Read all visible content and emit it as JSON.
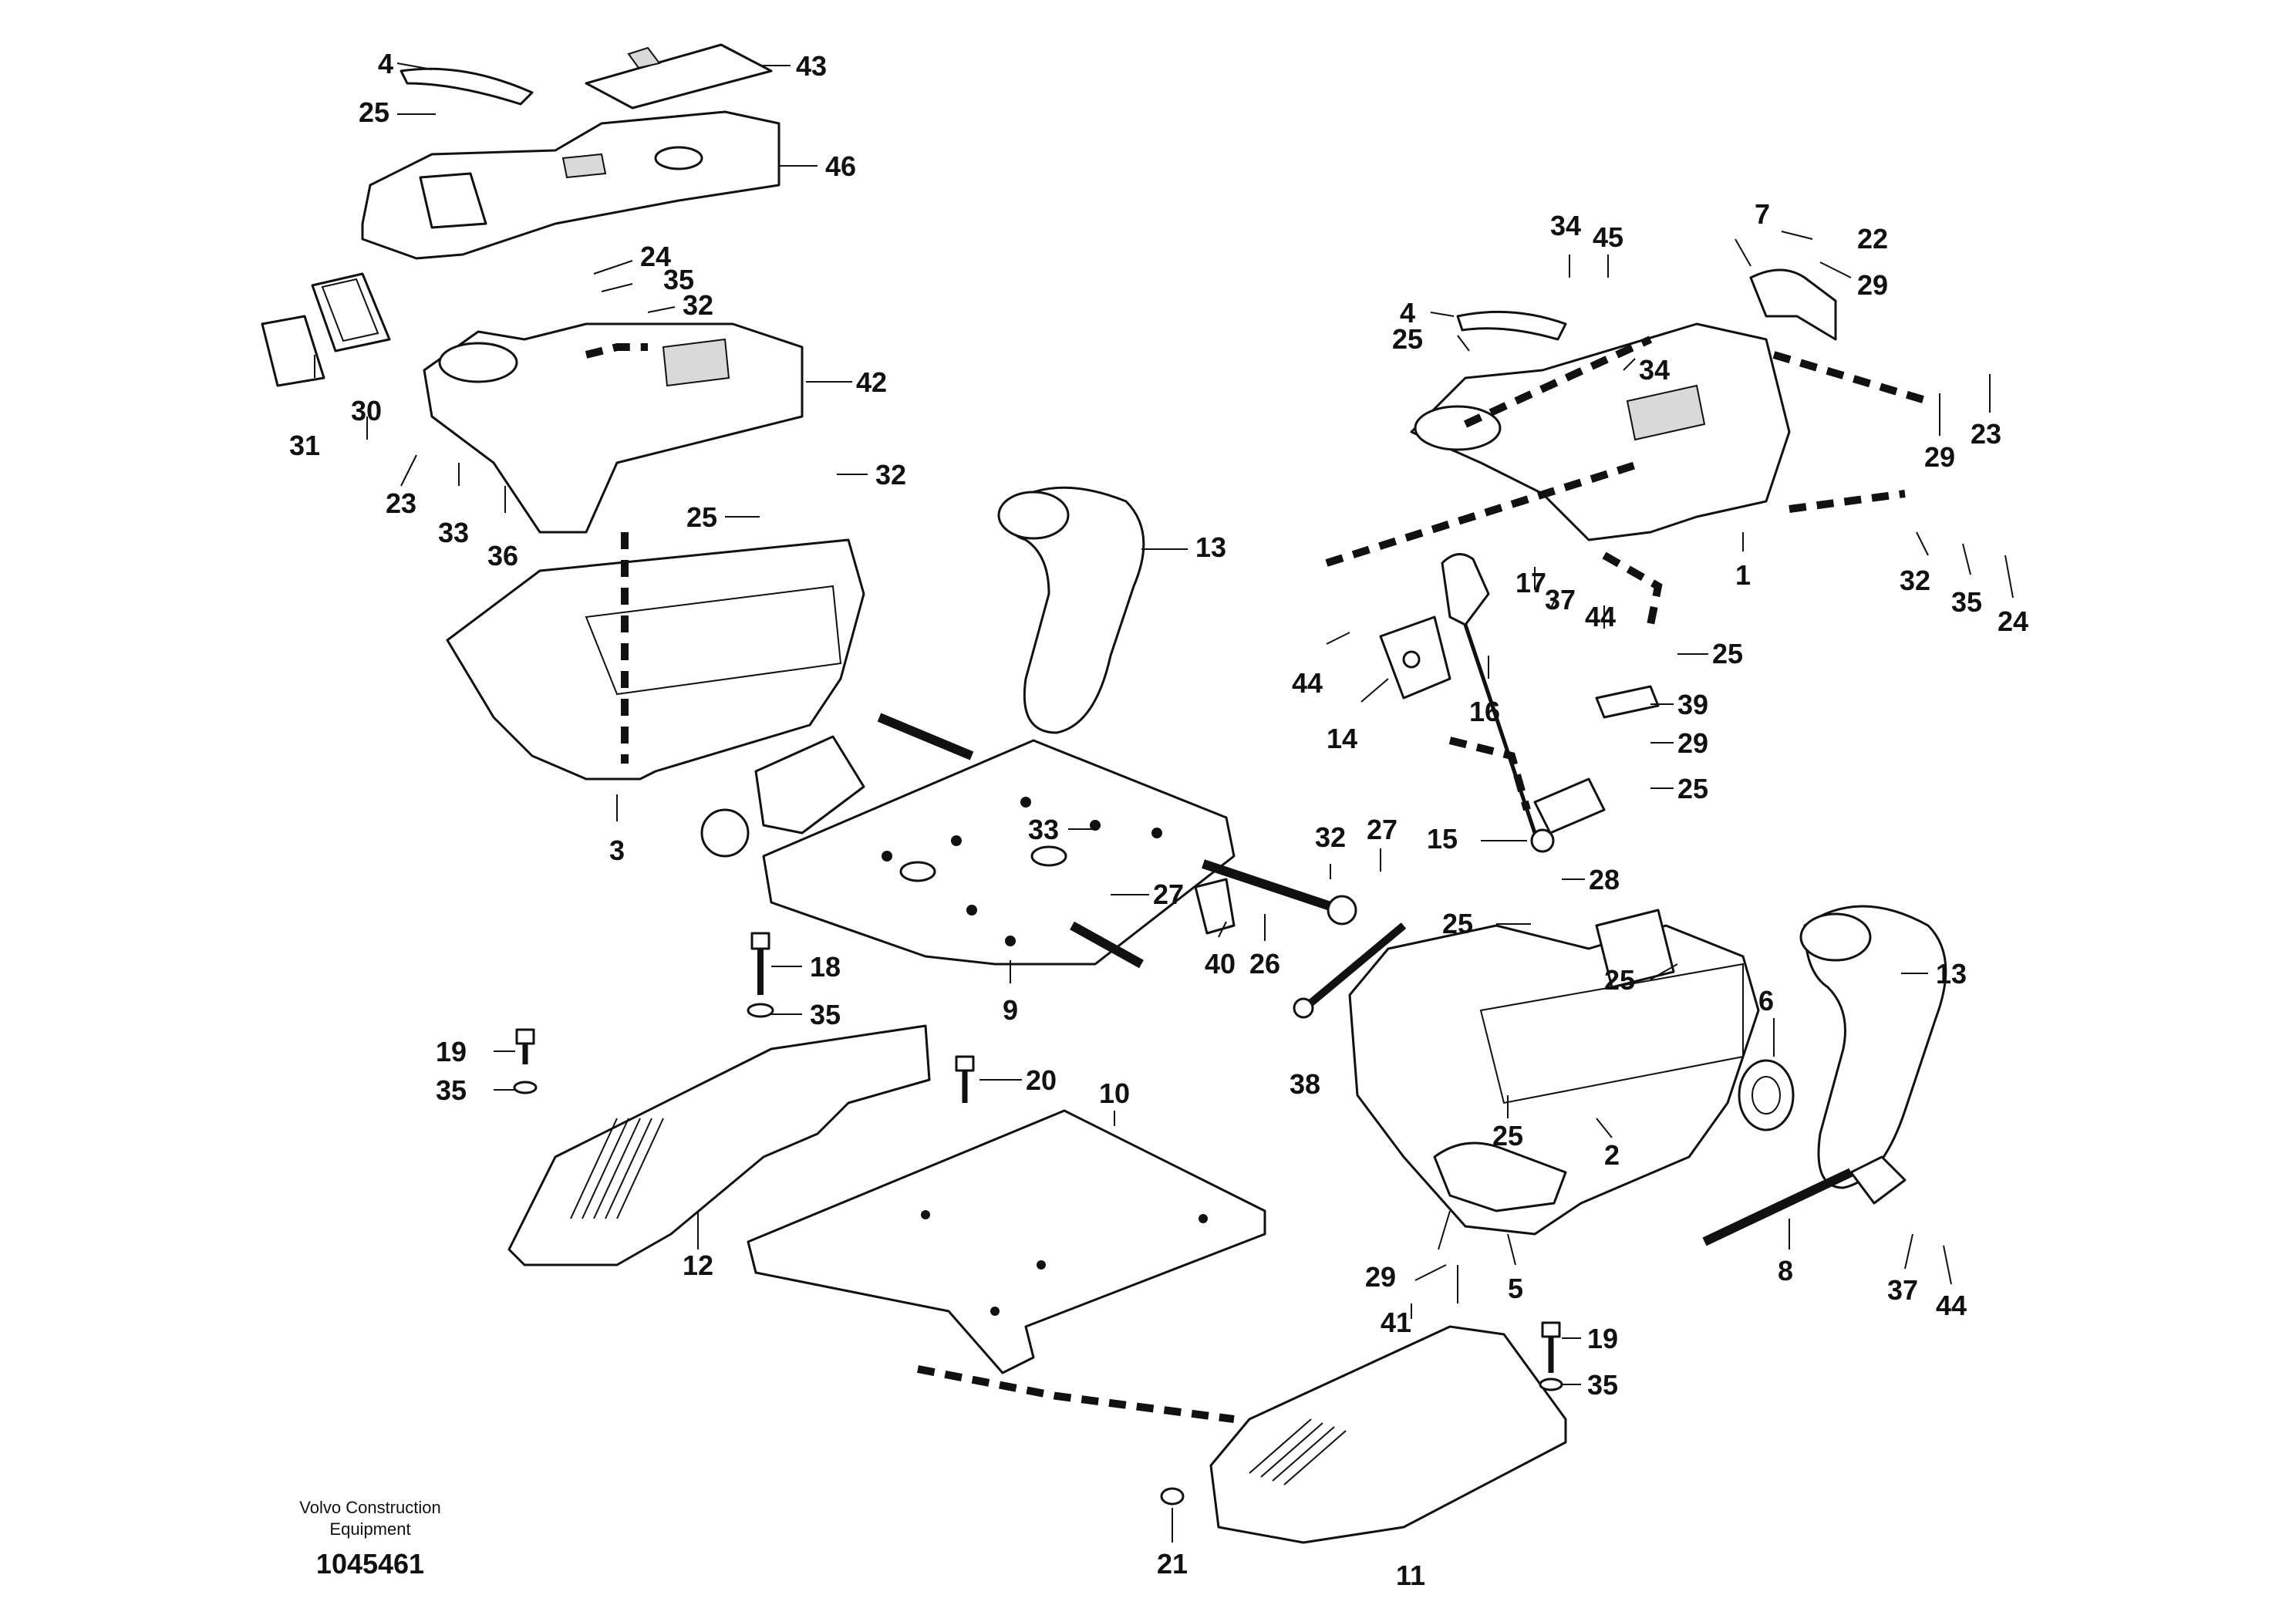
{
  "credit": {
    "line1": "Volvo Construction",
    "line2": "Equipment",
    "drawing_number": "1045461"
  },
  "callouts": {
    "c1": "1",
    "c2": "2",
    "c3": "3",
    "c4a": "4",
    "c4b": "4",
    "c5": "5",
    "c6": "6",
    "c7": "7",
    "c8": "8",
    "c9": "9",
    "c10": "10",
    "c11": "11",
    "c12": "12",
    "c13a": "13",
    "c13b": "13",
    "c14": "14",
    "c15": "15",
    "c16": "16",
    "c17": "17",
    "c18": "18",
    "c19a": "19",
    "c19b": "19",
    "c20": "20",
    "c21": "21",
    "c22": "22",
    "c23a": "23",
    "c23b": "23",
    "c24a": "24",
    "c24b": "24",
    "c25a": "25",
    "c25b": "25",
    "c25c": "25",
    "c25d": "25",
    "c25e": "25",
    "c25f": "25",
    "c25g": "25",
    "c25h": "25",
    "c26": "26",
    "c27a": "27",
    "c27b": "27",
    "c28": "28",
    "c29a": "29",
    "c29b": "29",
    "c29c": "29",
    "c29d": "29",
    "c30": "30",
    "c31": "31",
    "c32a": "32",
    "c32b": "32",
    "c32c": "32",
    "c32d": "32",
    "c33a": "33",
    "c33b": "33",
    "c34a": "34",
    "c34b": "34",
    "c35a": "35",
    "c35b": "35",
    "c35c": "35",
    "c35d": "35",
    "c35e": "35",
    "c36": "36",
    "c37a": "37",
    "c37b": "37",
    "c38": "38",
    "c39": "39",
    "c40": "40",
    "c41": "41",
    "c42": "42",
    "c43": "43",
    "c44a": "44",
    "c44b": "44",
    "c44c": "44",
    "c45": "45",
    "c46": "46"
  },
  "colors": {
    "ink": "#111111",
    "paper": "#ffffff",
    "shade": "#d9d9d9"
  }
}
